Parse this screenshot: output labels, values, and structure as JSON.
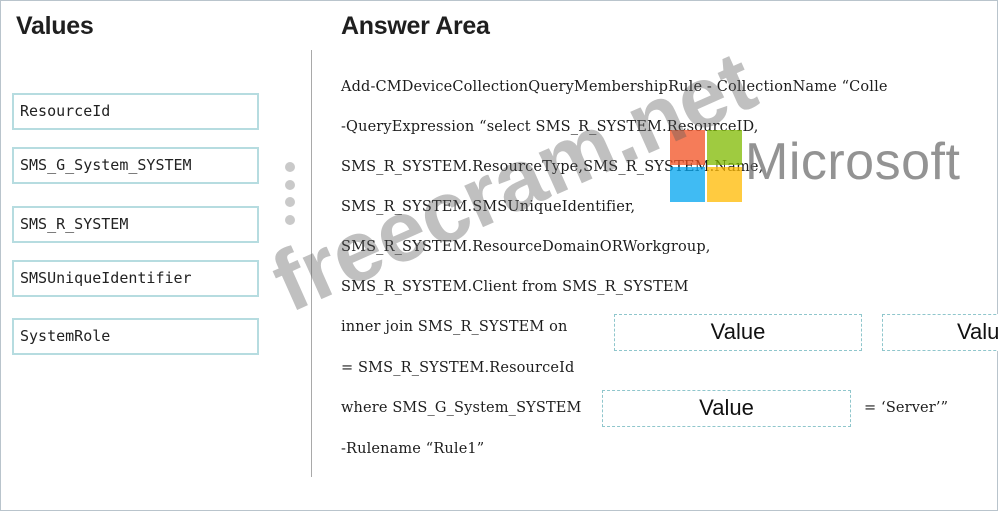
{
  "left_panel": {
    "heading": "Values",
    "values": [
      "ResourceId",
      "SMS_G_System_SYSTEM",
      "SMS_R_SYSTEM",
      "SMSUniqueIdentifier",
      "SystemRole"
    ]
  },
  "answer_area": {
    "heading": "Answer Area",
    "lines": {
      "l1": "Add-CMDeviceCollectionQueryMembershipRule - CollectionName “Colle",
      "l2": "-QueryExpression “select SMS_R_SYSTEM.ResourceID,",
      "l3": "SMS_R_SYSTEM.ResourceType,SMS_R_SYSTEM.Name,",
      "l4": "SMS_R_SYSTEM.SMSUniqueIdentifier,",
      "l5": "SMS_R_SYSTEM.ResourceDomainORWorkgroup,",
      "l6": "SMS_R_SYSTEM.Client from SMS_R_SYSTEM",
      "l7": "inner join SMS_R_SYSTEM on",
      "l8": "= SMS_R_SYSTEM.ResourceId",
      "l9a": "where SMS_G_System_SYSTEM",
      "l9b": "= ‘Server’”",
      "l10": "-Rulename “Rule1”"
    },
    "drop_targets": {
      "join_left": "Value",
      "join_right": "Value",
      "where": "Value"
    }
  },
  "watermark": {
    "text": "freecram.net",
    "logo_text": "Microsoft",
    "logo_colors": [
      "#f25022",
      "#7fba00",
      "#00a4ef",
      "#ffb900"
    ]
  },
  "colors": {
    "item_border": "#b6dce0",
    "drop_border": "#8fc6cc",
    "divider": "#a9a9a9"
  }
}
